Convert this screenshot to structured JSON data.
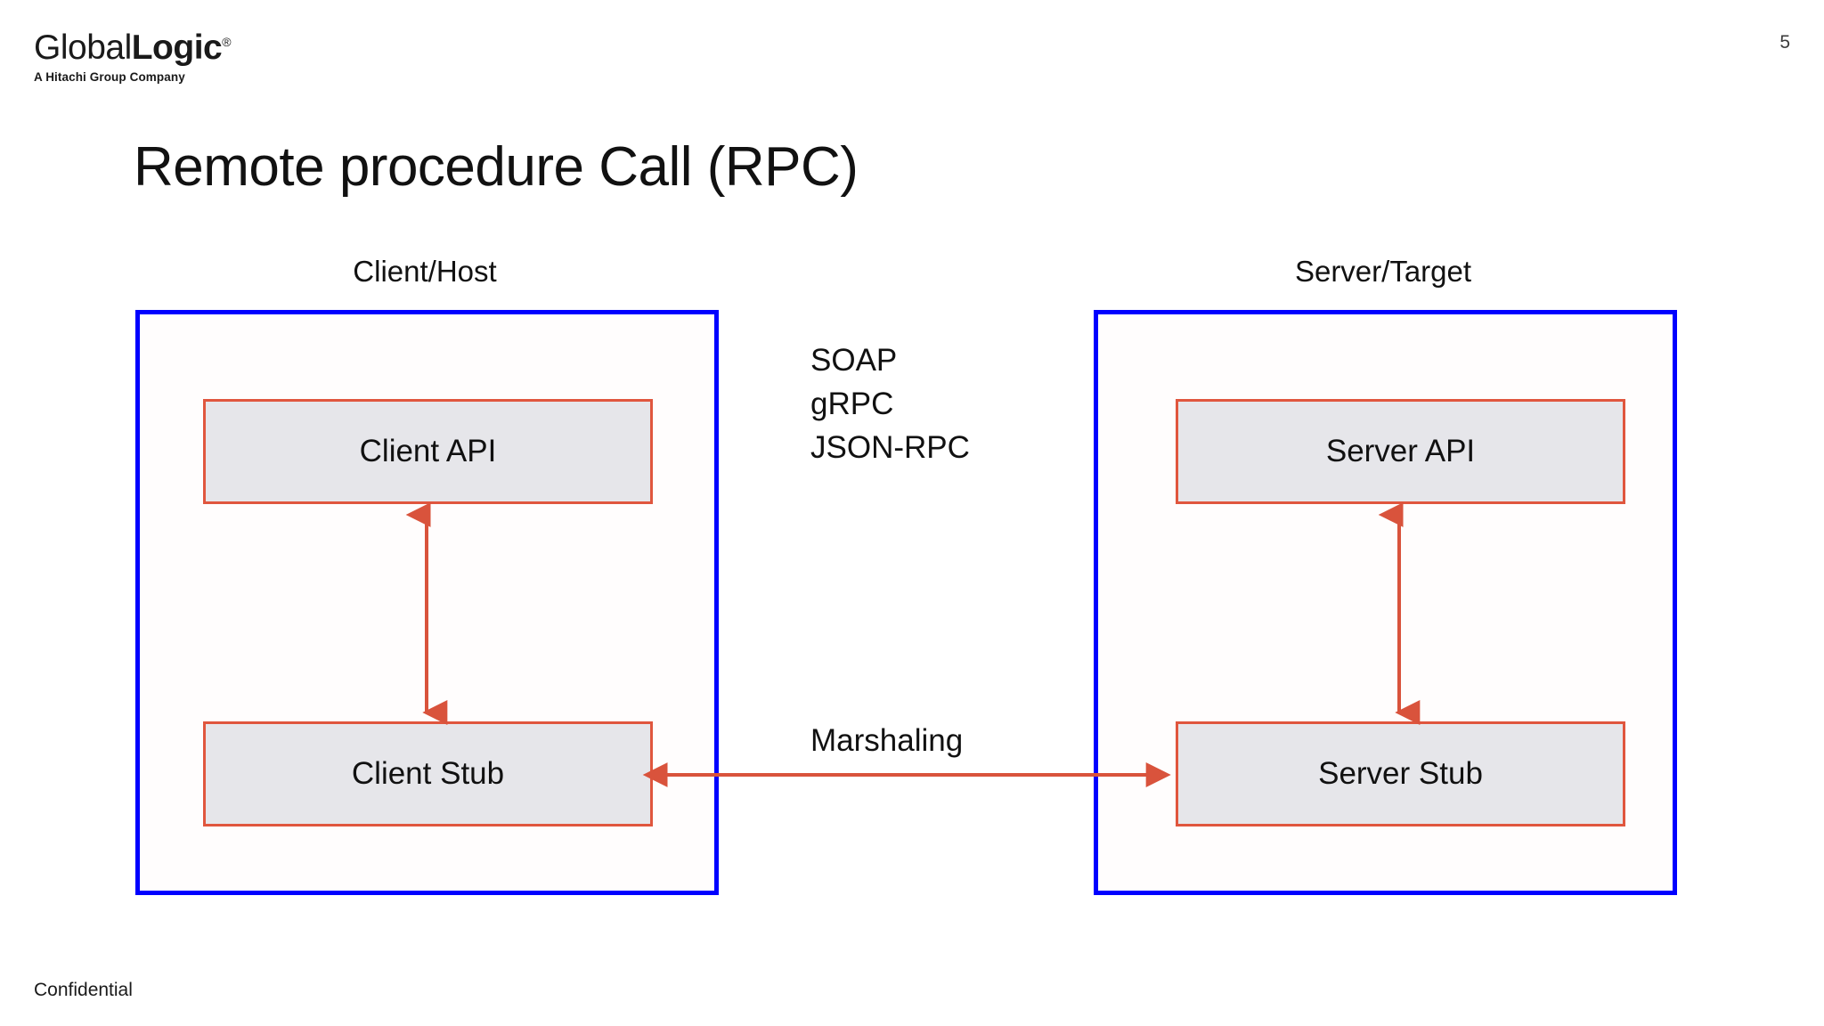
{
  "slide": {
    "page_number": "5",
    "title": "Remote procedure Call (RPC)",
    "footer": "Confidential"
  },
  "brand": {
    "name_light": "Global",
    "name_bold": "Logic",
    "registered_mark": "®",
    "tagline": "A Hitachi Group Company"
  },
  "diagram": {
    "zones": [
      {
        "caption": "Client/Host",
        "components": [
          "Client API",
          "Client Stub"
        ]
      },
      {
        "caption": "Server/Target",
        "components": [
          "Server API",
          "Server Stub"
        ]
      }
    ],
    "client_api_label": "Client API",
    "client_stub_label": "Client Stub",
    "server_api_label": "Server API",
    "server_stub_label": "Server Stub",
    "client_caption": "Client/Host",
    "server_caption": "Server/Target",
    "protocols": "SOAP\ngRPC\nJSON-RPC",
    "protocol_items": [
      "SOAP",
      "gRPC",
      "JSON-RPC"
    ],
    "marshaling_label": "Marshaling",
    "colors": {
      "zone_border": "#0000ff",
      "component_border": "#e0563e",
      "component_fill": "#e6e6ea",
      "arrow": "#d9533c",
      "text": "#111111",
      "background": "#ffffff"
    },
    "arrows": [
      {
        "name": "client-api-stub-arrow",
        "direction": "bidirectional",
        "orientation": "vertical"
      },
      {
        "name": "server-api-stub-arrow",
        "direction": "bidirectional",
        "orientation": "vertical"
      },
      {
        "name": "marshaling-arrow",
        "direction": "bidirectional",
        "orientation": "horizontal"
      }
    ]
  }
}
